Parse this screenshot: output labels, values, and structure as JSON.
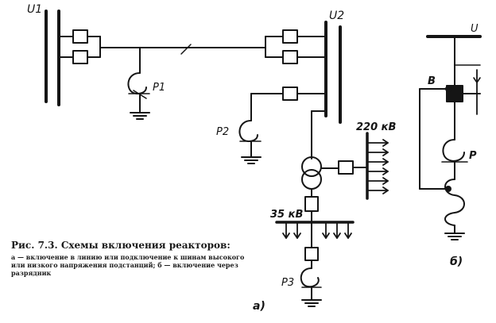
{
  "labels": {
    "u1": "U1",
    "u2": "U2",
    "p1": "P1",
    "p2": "P2",
    "p3": "P3",
    "v220": "220 кВ",
    "v35": "35 кВ",
    "u_right": "U",
    "b": "В",
    "p_right": "P",
    "panel_a": "а)",
    "panel_b": "б)"
  },
  "caption": {
    "title": "Рис. 7.3. Схемы включения реакторов:",
    "body": "а — включение в линию или подключение к шинам высокого или низкого напряжения подстанций;   б — включение через разрядник"
  }
}
